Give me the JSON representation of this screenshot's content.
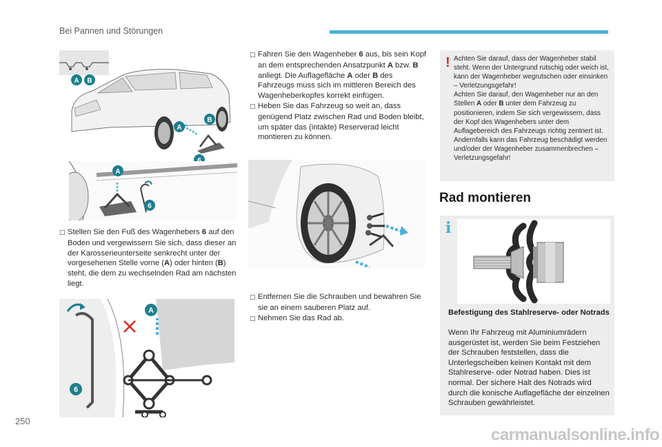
{
  "header": {
    "section": "Bei Pannen und Störungen"
  },
  "page_number": "250",
  "watermark": "carmanualsonline.info",
  "callouts": {
    "a": "A",
    "b": "B",
    "six": "6"
  },
  "steps_left": {
    "s1": {
      "t1": "Stellen Sie den Fuß des Wagenhebers ",
      "b1": "6",
      "t2": " auf den Boden und vergewissern Sie sich, dass dieser an der Karosserieunterseite senkrecht unter der vorgesehenen Stelle vorne (",
      "b2": "A",
      "t3": ") oder hinten (",
      "b3": "B",
      "t4": ") steht, die dem zu wechselnden Rad am nächsten liegt."
    }
  },
  "steps_middle": {
    "s1": {
      "t1": "Fahren Sie den Wagenheber ",
      "b1": "6",
      "t2": " aus, bis sein Kopf an dem entsprechenden Ansatzpunkt ",
      "b2": "A",
      "t3": " bzw. ",
      "b3": "B",
      "t4": " anliegt. Die Auflagefläche ",
      "b4": "A",
      "t5": " oder ",
      "b5": "B",
      "t6": " des Fahrzeugs muss sich im mittleren Bereich des Wagenheberkopfes korrekt einfügen."
    },
    "s2": "Heben Sie das Fahrzeug so weit an, dass genügend Platz zwischen Rad und Boden bleibt, um später das (intakte) Reserverad leicht montieren zu können.",
    "s3": "Entfernen Sie die Schrauben und bewahren Sie sie an einem sauberen Platz auf.",
    "s4": "Nehmen Sie das Rad ab."
  },
  "warning": {
    "mark": "!",
    "p1": "Achten Sie darauf, dass der Wagenheber stabil steht. Wenn der Untergrund rutschig oder weich ist, kann der Wagenheber wegrutschen oder einsinken – Verletzungsgefahr!",
    "p2a": "Achten Sie darauf, den Wagenheber nur an den Stellen ",
    "p2b": "A",
    "p2c": " oder ",
    "p2d": "B",
    "p2e": " unter dem Fahrzeug zu positionieren, indem Sie sich vergewissern, dass der Kopf des Wagenhebers unter dem Auflagebereich des Fahrzeugs richtig zentriert ist. Andernfalls kann das Fahrzeug beschädigt werden und/oder der Wagenheber zusammenbrechen – Verletzungsgefahr!"
  },
  "section_title": "Rad montieren",
  "info": {
    "mark": "i",
    "heading": "Befestigung des Stahlreserve- oder Notrads",
    "body": "Wenn Ihr Fahrzeug mit Aluminiumrädern ausgerüstet ist, werden Sie beim Festziehen der Schrauben feststellen, dass die Unterlegscheiben keinen Kontakt mit dem Stahlreserve- oder Notrad haben. Dies ist normal. Der sichere Halt des Notrads wird durch die konische Auflagefläche der einzelnen Schrauben gewährleistet."
  },
  "colors": {
    "accent": "#4aafd8",
    "callout": "#1e7f8e",
    "warning": "#e4261c",
    "box": "#ededed"
  }
}
